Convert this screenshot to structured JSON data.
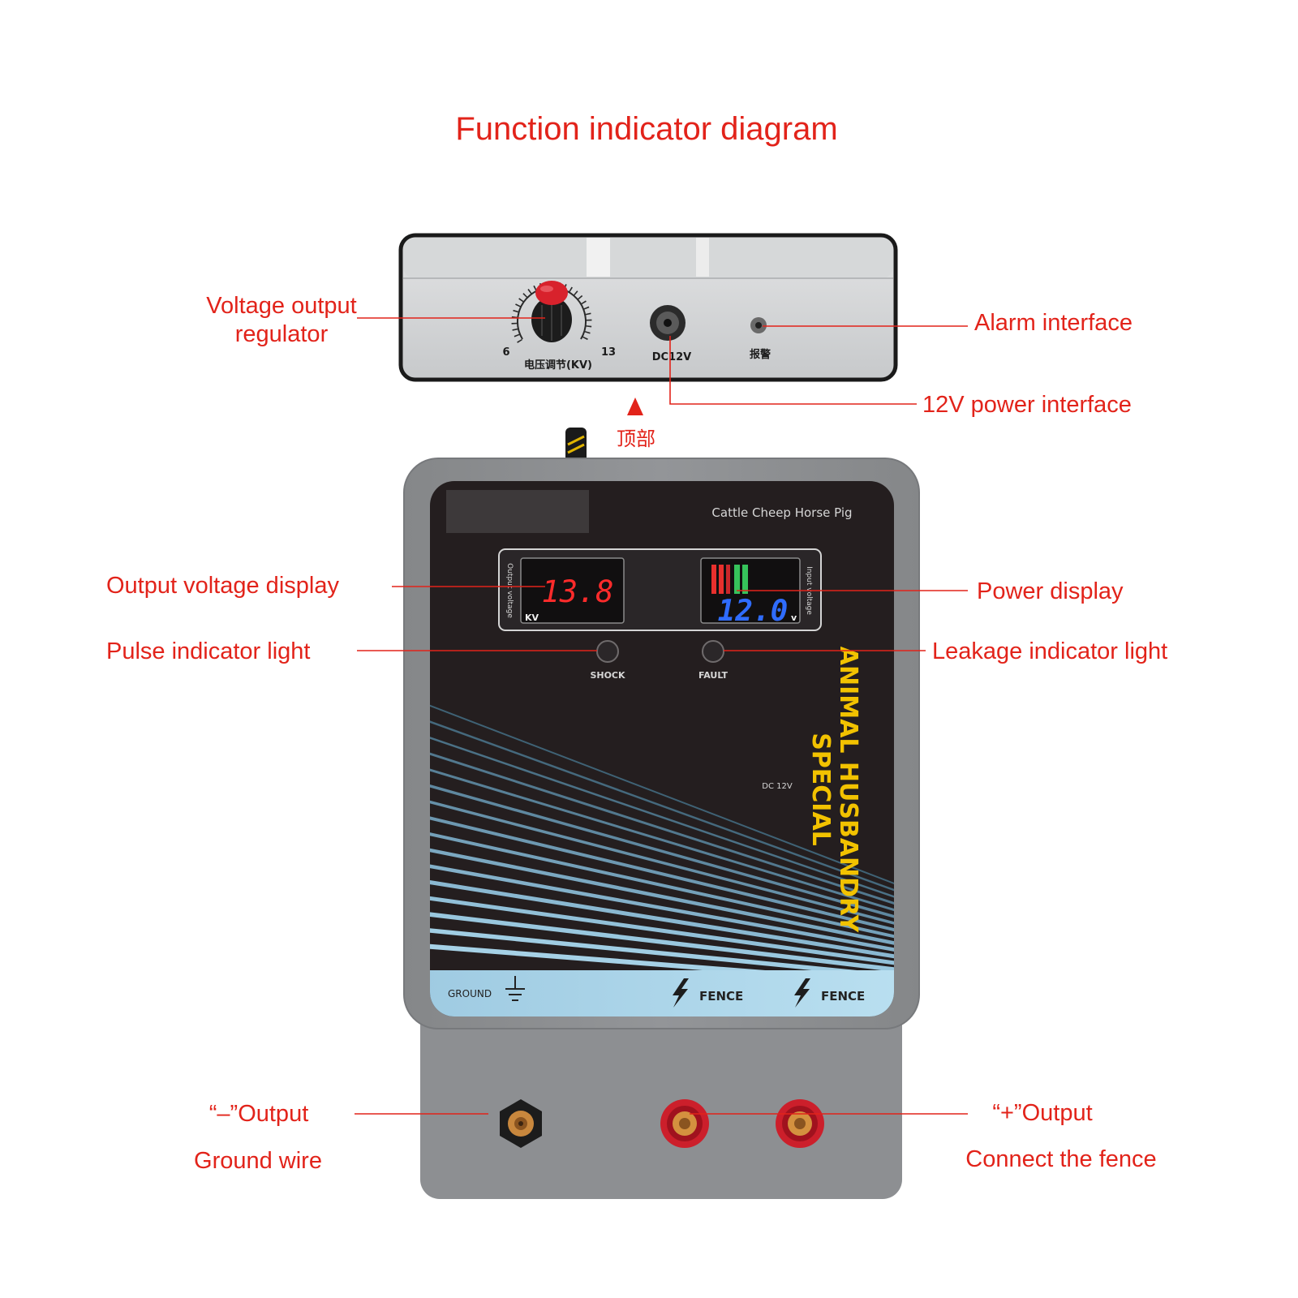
{
  "title": "Function indicator diagram",
  "colors": {
    "callout_text": "#e2231a",
    "callout_line": "#e2231a",
    "output_digits": "#ff2b2b",
    "input_digits": "#2f6cff",
    "brand_text": "#f2c200",
    "panel_face": "#241e1f",
    "band": "#a8d3e9",
    "terminal_red": "#cc1f2b"
  },
  "top_view": {
    "scale_min": "6",
    "scale_max": "13",
    "knob_label": "电压调节(KV)",
    "jack_label": "DC12V",
    "alarm_label": "报警",
    "marker_label": "顶部"
  },
  "front_panel": {
    "species_line": "Cattle Cheep Horse Pig",
    "output_display": {
      "side_label": "Output voltage",
      "reading": "13.8",
      "unit": "KV"
    },
    "input_display": {
      "side_label": "Input voltage",
      "reading": "12.0",
      "unit": "v"
    },
    "shock_label": "SHOCK",
    "fault_label": "FAULT",
    "brand_line_1": "ANIMAL HUSBANDRY",
    "brand_line_2": "SPECIAL",
    "rating": "DC 12V",
    "ground_label": "GROUND",
    "fence_labels": [
      "FENCE",
      "FENCE"
    ]
  },
  "callouts": {
    "voltage_regulator": {
      "line1": "Voltage output",
      "line2": "regulator"
    },
    "alarm_interface": "Alarm interface",
    "power_interface": "12V power interface",
    "output_voltage_display": "Output voltage display",
    "power_display": "Power display",
    "pulse_light": "Pulse indicator light",
    "leakage_light": "Leakage indicator light",
    "negative_output": {
      "line1": "“–”Output",
      "line2": "Ground wire"
    },
    "positive_output": {
      "line1": "“+”Output",
      "line2": "Connect the fence"
    }
  }
}
